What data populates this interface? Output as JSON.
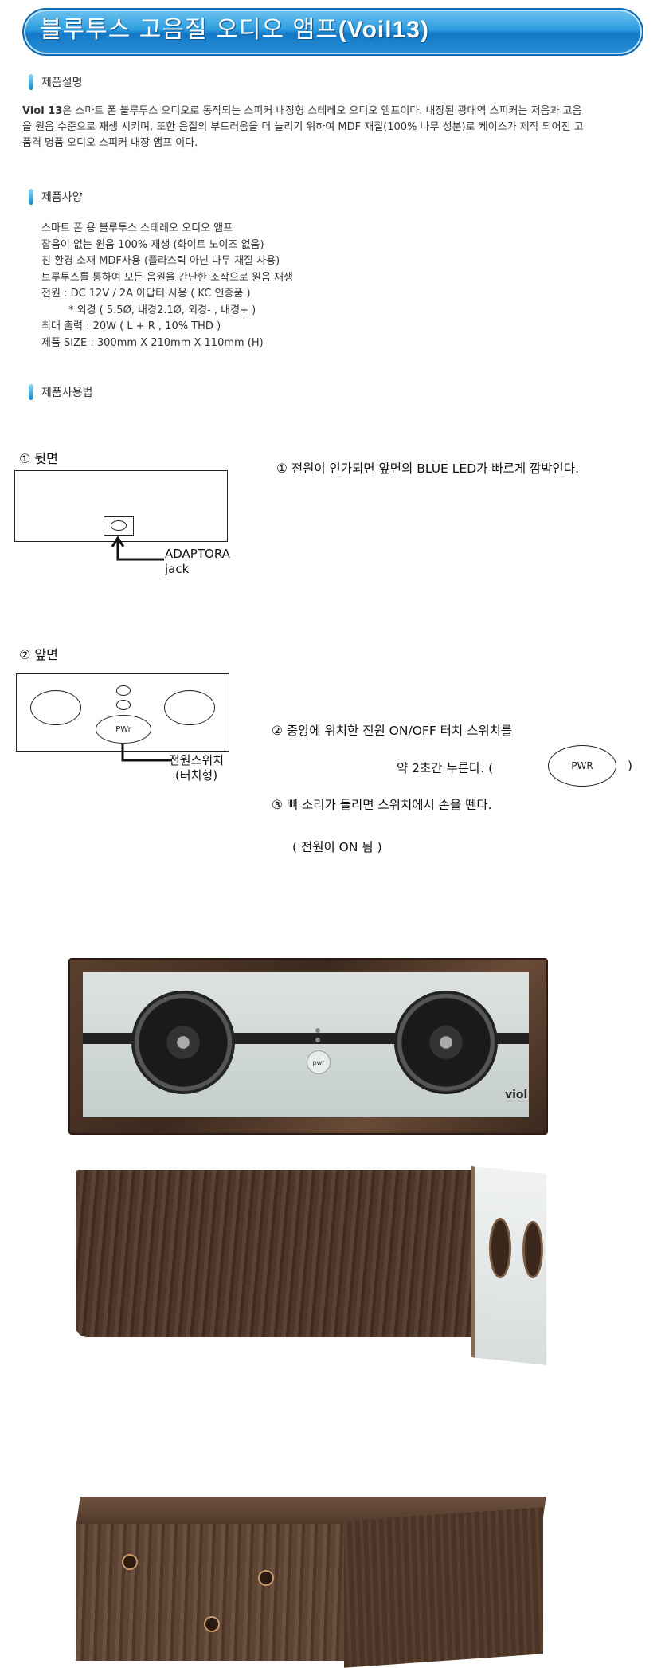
{
  "banner": {
    "title": "블루투스 고음질 오디오 앰프",
    "model": "(Voil13)"
  },
  "sections": {
    "description_heading": "제품설명",
    "spec_heading": "제품사양",
    "usage_heading": "제품사용법"
  },
  "description": {
    "brand": "Viol 13",
    "lines": [
      "은 스마트 폰 블루투스 오디오로 동작되는 스피커 내장형 스테레오 오디오 앰프이다. 내장된 광대역 스피커는 저음과 고음",
      "을 원음 수준으로 재생 시키며, 또한 음질의 부드러움을 더 늘리기 위하여 MDF 재질(100% 나무 성분)로 케이스가 제작 되어진 고",
      "품격 명품 오디오 스피커 내장 앰프 이다."
    ]
  },
  "specs": [
    "스마트 폰 용 블루투스 스테레오 오디오 앰프",
    "잡음이 없는 원음 100% 재생 (화이트 노이즈 없음)",
    "친 환경 소재 MDF사용 (플라스틱 아닌 나무 재질 사용)",
    "브루투스를 통하여 모든 음원을 간단한 조작으로 원음 재생",
    "전원 : DC 12V / 2A 아답터 사용 ( KC 인증품 )",
    "* 외경 ( 5.5Ø, 내경2.1Ø, 외경- , 내경+ )",
    "최대 출력 : 20W ( L + R , 10% THD )",
    "제품 SIZE : 300mm X 210mm X 110mm (H)"
  ],
  "usage": {
    "rear_label": "① 뒷면",
    "front_label": "② 앞면",
    "adaptor_line1": "ADAPTORA",
    "adaptor_line2": "jack",
    "pwr_small": "PWr",
    "switch_line1": "전원스위치",
    "switch_line2": "(터치형)",
    "step1": "①  전원이 인가되면 앞면의 BLUE LED가 빠르게 깜박인다.",
    "step2": "② 중앙에 위치한 전원 ON/OFF 터치 스위치를",
    "step2b_pre": "약 2초간 누른다. (",
    "step2b_post": ")",
    "pwr_big": "PWR",
    "step3": "③ 삐 소리가 들리면 스위치에서 손을 뗀다.",
    "power_on": "( 전원이 ON 됨 )"
  },
  "photos": {
    "front_pwr": "pwr",
    "front_brand": "viol"
  },
  "colors": {
    "banner": "#1e8fd8",
    "wood": "#4a3528",
    "panel": "#cfd7d5"
  }
}
